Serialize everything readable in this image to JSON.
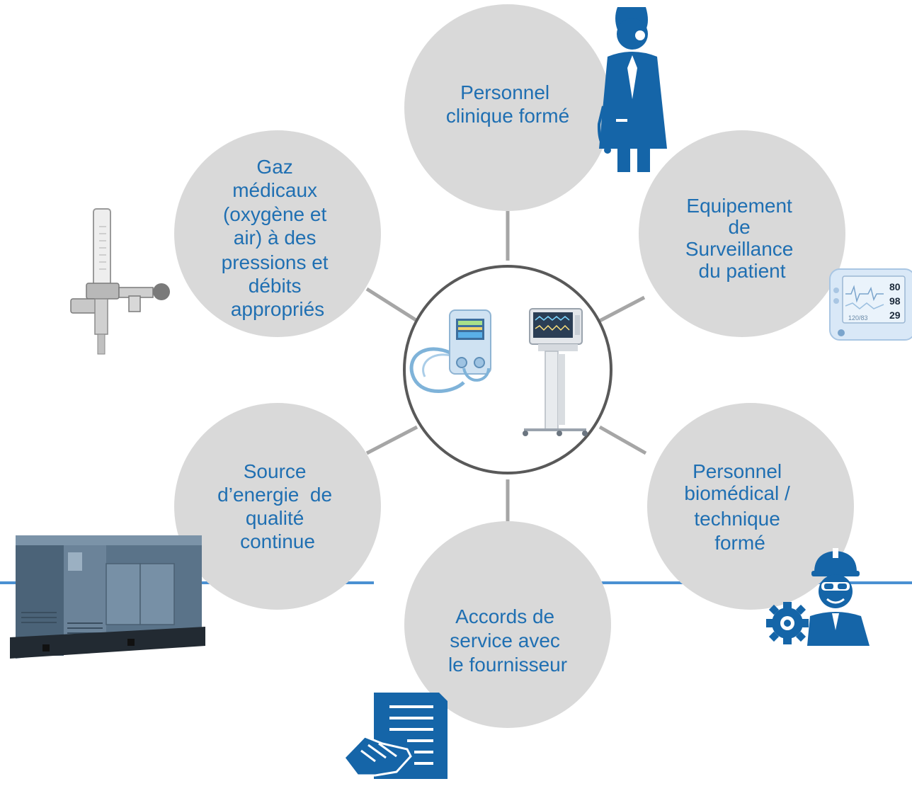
{
  "colors": {
    "node_fill": "#d9d9d9",
    "connector": "#a6a6a6",
    "center_stroke": "#595959",
    "label_text": "#1f6fb2",
    "icon_blue": "#1565a8",
    "baseline": "#4a90d2"
  },
  "nodes": [
    {
      "id": "clinical-staff",
      "lines": [
        "Personnel",
        "clinique formé"
      ],
      "icon": "doctor-icon"
    },
    {
      "id": "monitoring",
      "lines": [
        "Equipement",
        "de",
        "Surveillance",
        "du patient"
      ],
      "icon": "patient-monitor-icon"
    },
    {
      "id": "biomedical-staff",
      "lines": [
        "Personnel",
        "biomédical /",
        "technique",
        "formé"
      ],
      "icon": "engineer-gear-icon"
    },
    {
      "id": "service",
      "lines": [
        "Accords de",
        "service avec",
        "le fournisseur"
      ],
      "icon": "handshake-contract-icon"
    },
    {
      "id": "energy",
      "lines": [
        "Source",
        "d’energie  de",
        "qualité",
        "continue"
      ],
      "icon": "generator-icon"
    },
    {
      "id": "gases",
      "lines": [
        "Gaz",
        "médicaux",
        "(oxygène et",
        "air) à des",
        "pressions et",
        "débits",
        "appropriés"
      ],
      "icon": "flowmeter-icon"
    }
  ],
  "center": {
    "icon": "ventilators-icon"
  },
  "monitor_readout": {
    "hr": "80",
    "spo2": "98",
    "resp": "29",
    "bp": "120/83"
  }
}
